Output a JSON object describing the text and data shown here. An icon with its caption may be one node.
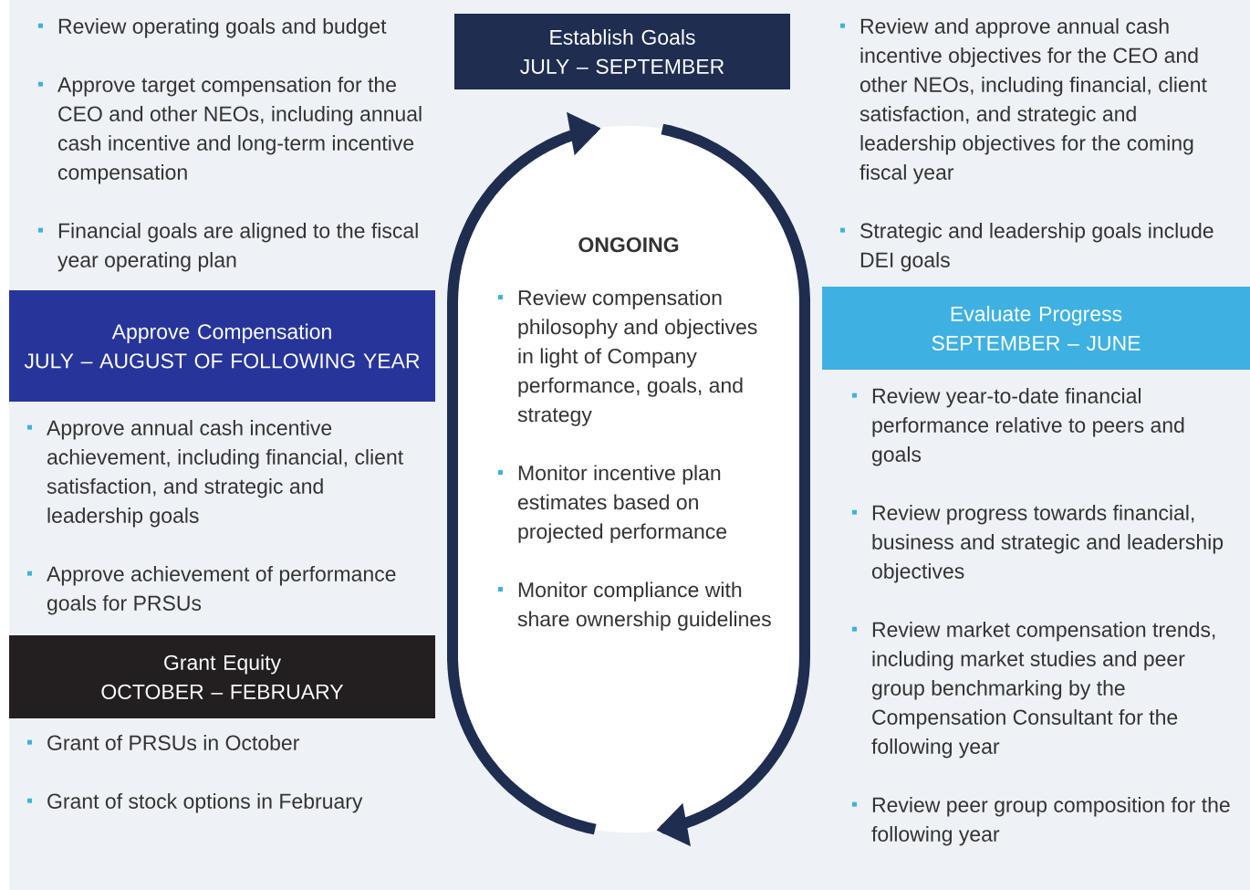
{
  "diagram": {
    "nodes": [
      {
        "text": [
          "Establish Goals",
          "JULY – SEPTEMBER"
        ]
      },
      {
        "text": [
          "Review operating goals and budget",
          "Approve target compensation for the CEO and other NEOs, including annual cash incentive and long-term incentive compensation",
          "Financial goals are aligned to the fiscal year operating plan"
        ]
      },
      {
        "text": [
          "Review and approve annual cash incentive objectives for the CEO and other NEOs, including financial, client satisfaction, and strategic and leadership objectives for the coming fiscal year",
          "Strategic and leadership goals include DEI goals"
        ]
      },
      {
        "text": [
          "Approve Compensation",
          "JULY – AUGUST OF FOLLOWING YEAR"
        ]
      },
      {
        "text": [
          "Approve annual cash incentive achievement, including financial, client satisfaction, and strategic and leadership goals",
          "Approve achievement of performance goals for PRSUs"
        ]
      },
      {
        "text": [
          "Grant Equity",
          "OCTOBER – FEBRUARY"
        ]
      },
      {
        "text": [
          "Grant of PRSUs in October",
          "Grant of stock options in February"
        ]
      },
      {
        "text": [
          "Evaluate Progress",
          "SEPTEMBER – JUNE"
        ]
      },
      {
        "text": [
          "Review year-to-date financial performance relative to peers and goals",
          "Review progress towards financial, business and strategic and leadership objectives",
          "Review market compensation trends, including market studies and peer group benchmarking by the Compensation Consultant for the following year",
          "Review peer group composition for the following year"
        ]
      },
      {
        "text": [
          "ONGOING",
          "Review compensation philosophy and objectives in light of Company performance, goals, and strategy",
          "Monitor incentive plan estimates based on projected performance",
          "Monitor compliance with share ownership guidelines"
        ]
      }
    ]
  }
}
